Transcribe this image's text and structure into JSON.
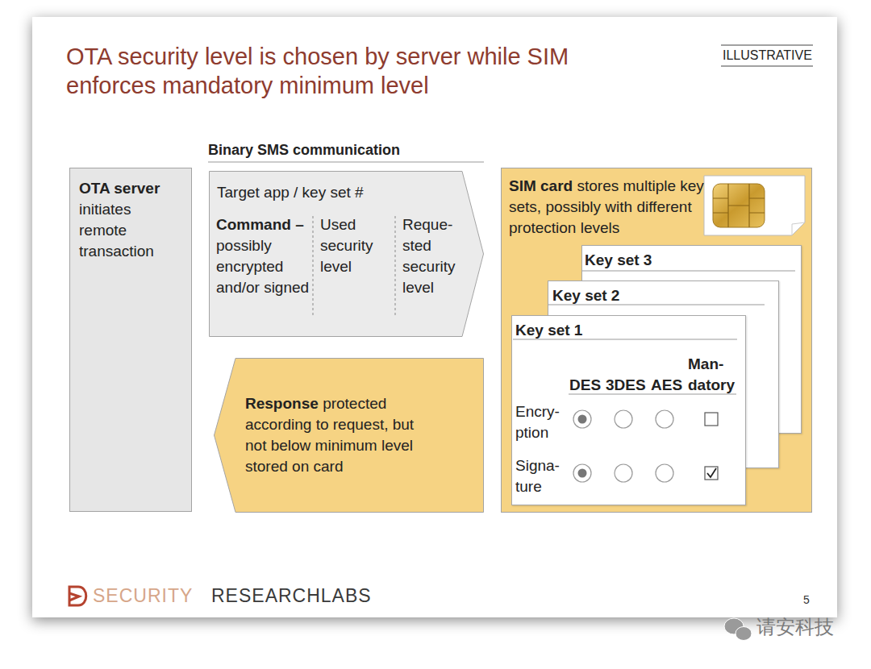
{
  "diagram": {
    "title": "OTA security level is chosen by server while SIM enforces mandatory minimum level",
    "nodes": [
      {
        "text": [
          "OTA server",
          "initiates remote transaction"
        ]
      },
      {
        "text": [
          "Target app / key set #",
          "Command –",
          "possibly encrypted and/or signed",
          "Used security level",
          "Reque- sted security level"
        ]
      },
      {
        "text": [
          "Response",
          "protected according to request, but not below minimum level stored on card"
        ]
      },
      {
        "text": [
          "SIM card",
          "stores multiple key sets, possibly with different protection levels"
        ]
      },
      {
        "text": [
          "Key set 3"
        ],
        "in": 3
      },
      {
        "text": [
          "Key set 2"
        ],
        "in": 3
      },
      {
        "text": [
          "Key set 1",
          "DES",
          "3DES",
          "AES",
          "Man- datory",
          "Encry- ption",
          "Signa- ture"
        ],
        "in": 3
      }
    ],
    "labels": [
      "ILLUSTRATIVE",
      "Binary SMS communication",
      "SECURITY",
      "RESEARCHLABS",
      "5",
      "请安科技"
    ]
  }
}
